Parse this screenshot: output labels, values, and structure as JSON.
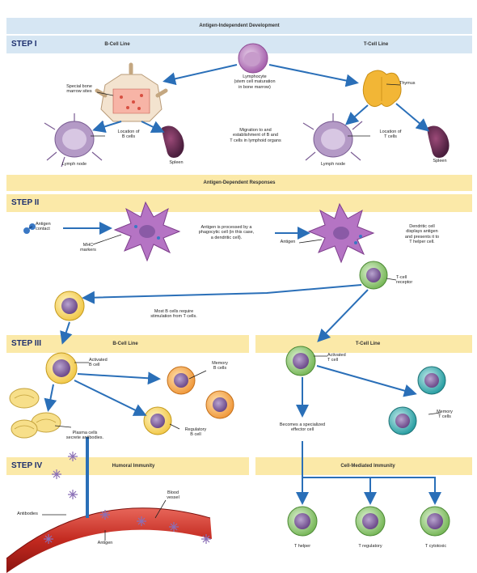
{
  "phase1_title": "Antigen-Independent Development",
  "phase2_title": "Antigen-Dependent Responses",
  "steps": {
    "s1": "STEP I",
    "s2": "STEP II",
    "s3": "STEP III",
    "s4": "STEP IV"
  },
  "step1": {
    "bcell_line": "B-Cell Line",
    "tcell_line": "T-Cell Line",
    "lymphocyte": "Lymphocyte\n(stem cell maturation\nin bone marrow)",
    "bone_marrow": "Special bone\nmarrow sites",
    "thymus": "Thymus",
    "location_b": "Location of\nB cells",
    "location_t": "Location of\nT cells",
    "lymph_node_left": "Lymph node",
    "spleen_left": "Spleen",
    "lymph_node_right": "Lymph node",
    "spleen_right": "Spleen",
    "migration": "Migration to and\nestablishment of B and\nT cells in lymphoid organs"
  },
  "step2": {
    "antigen_contact": "Antigen\ncontact",
    "mhc": "MHC\nmarkers",
    "processed": "Antigen is processed by a\nphagocytic cell (in this case,\na dendritic cell).",
    "antigen": "Antigen",
    "dendritic": "Dendritic cell\ndisplays antigen\nand presents it to\nT helper cell.",
    "tcell_receptor": "T-cell\nreceptor",
    "most_b": "Most B cells require\nstimulation from T cells."
  },
  "step3": {
    "bcell_line": "B-Cell Line",
    "tcell_line": "T-Cell Line",
    "activated_b": "Activated\nB cell",
    "memory_b": "Memory\nB cells",
    "regulatory_b": "Regulatory\nB cell",
    "plasma": "Plasma cells\nsecrete antibodies.",
    "activated_t": "Activated\nT cell",
    "memory_t": "Memory\nT cells",
    "effector": "Becomes a specialized\neffector cell"
  },
  "step4": {
    "humoral": "Humoral Immunity",
    "cell_mediated": "Cell-Mediated Immunity",
    "antibodies": "Antibodies",
    "blood_vessel": "Blood\nvessel",
    "antigen": "Antigen",
    "t_helper": "T helper",
    "t_regulatory": "T regulatory",
    "t_cytotoxic": "T cytotoxic"
  },
  "colors": {
    "blue_band": "#d6e6f3",
    "yellow_band": "#fbe9a8",
    "arrow": "#2a6fb8"
  }
}
